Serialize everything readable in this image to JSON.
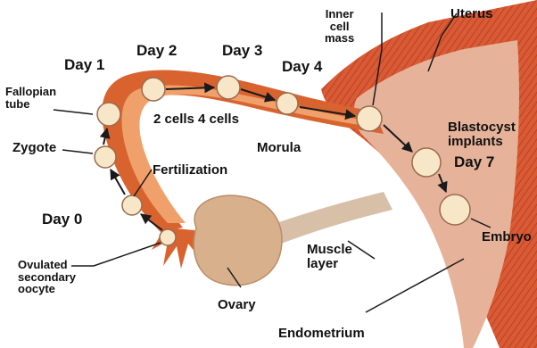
{
  "labels": {
    "day1": "Day 1",
    "day2": "Day 2",
    "day3": "Day 3",
    "day4": "Day 4",
    "day0": "Day 0",
    "day7": "Day 7",
    "fallopian_tube_line1": "Fallopian",
    "fallopian_tube_line2": "tube",
    "zygote": "Zygote",
    "fertilization": "Fertilization",
    "cells": "2 cells 4 cells",
    "morula": "Morula",
    "inner_cell_mass_line1": "Inner",
    "inner_cell_mass_line2": "cell",
    "inner_cell_mass_line3": "mass",
    "uterus": "Uterus",
    "blastocyst_line1": "Blastocyst",
    "blastocyst_line2": "implants",
    "embryo": "Embryo",
    "muscle_layer_line1": "Muscle",
    "muscle_layer_line2": "layer",
    "ovary": "Ovary",
    "ovulated_line1": "Ovulated",
    "ovulated_line2": "secondary",
    "ovulated_line3": "oocyte",
    "endometrium": "Endometrium"
  },
  "colors": {
    "tube": "#d8632f",
    "tube_inner": "#f0a06a",
    "muscle": "#d95a35",
    "endometrium": "#e6b39a",
    "ovary": "#d9b08c",
    "ligament": "#d8c0a8",
    "cell": "#f7e6c8",
    "arrow": "#1a1a1a"
  }
}
